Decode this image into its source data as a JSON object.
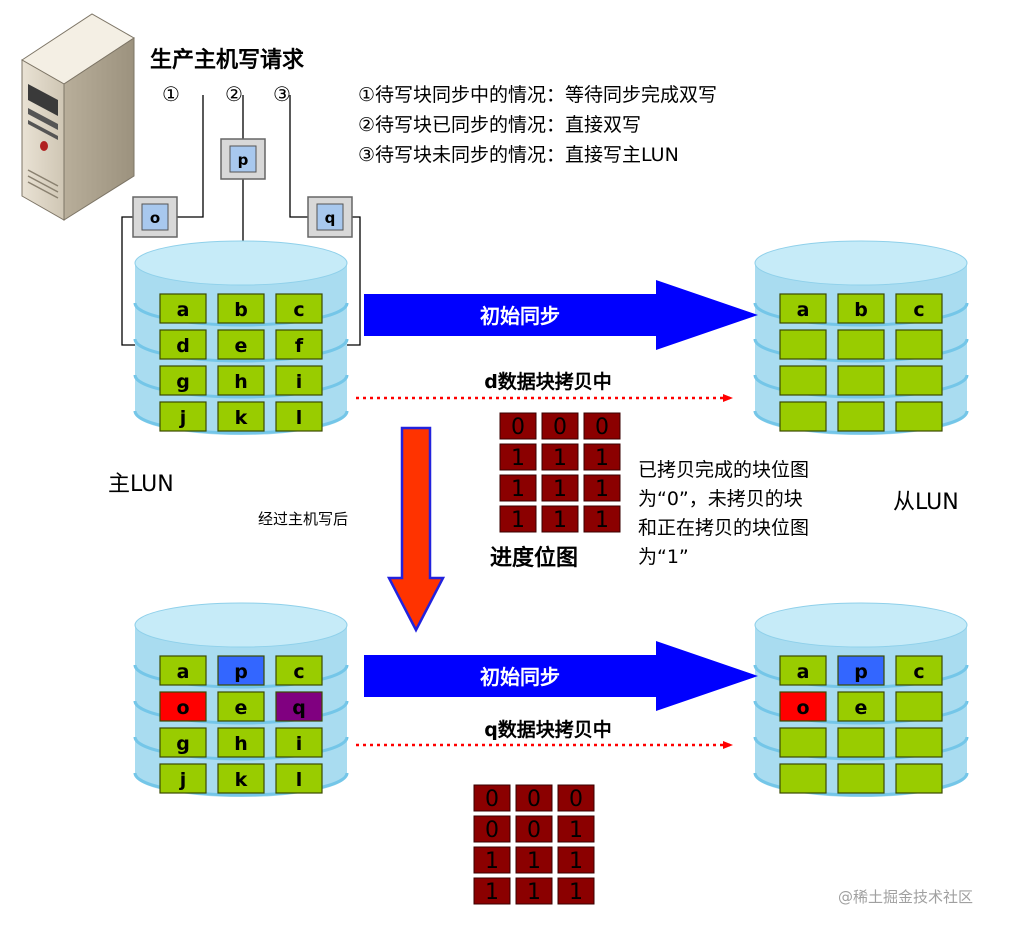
{
  "title": "生产主机写请求",
  "circle_labels": [
    "①",
    "②",
    "③"
  ],
  "notes": [
    "①待写块同步中的情况：等待同步完成双写",
    "②待写块已同步的情况：直接双写",
    "③待写块未同步的情况：直接写主LUN"
  ],
  "write_blocks": [
    "o",
    "p",
    "q"
  ],
  "main_lun_label": "主LUN",
  "slave_lun_label": "从LUN",
  "after_write_label": "经过主机写后",
  "bitmap_label": "进度位图",
  "bitmap_desc": "已拷贝完成的块位图为“0”，未拷贝的块和正在拷贝的块位图为“1”",
  "sync_label": "初始同步",
  "copy_labels": [
    "d数据块拷贝中",
    "q数据块拷贝中"
  ],
  "colors": {
    "cylinder": "#a9dcf0",
    "cylinder_band": "#74c6e8",
    "block_green": "#99cc00",
    "block_blue": "#3366ff",
    "block_red": "#ff0000",
    "block_purple": "#800080",
    "bitmap_cell": "#8b0000",
    "sync_arrow": "#0000ff",
    "write_arrow": "#ff3300",
    "dotted_arrow": "#ff0000"
  },
  "main_lun_top": {
    "cells": [
      "a",
      "b",
      "c",
      "d",
      "e",
      "f",
      "g",
      "h",
      "i",
      "j",
      "k",
      "l"
    ],
    "fills": [
      "green",
      "green",
      "green",
      "green",
      "green",
      "green",
      "green",
      "green",
      "green",
      "green",
      "green",
      "green"
    ]
  },
  "slave_lun_top": {
    "cells": [
      "a",
      "b",
      "c",
      "",
      "",
      "",
      "",
      "",
      "",
      "",
      "",
      ""
    ],
    "fills": [
      "green",
      "green",
      "green",
      "green",
      "green",
      "green",
      "green",
      "green",
      "green",
      "green",
      "green",
      "green"
    ]
  },
  "main_lun_bottom": {
    "cells": [
      "a",
      "p",
      "c",
      "o",
      "e",
      "q",
      "g",
      "h",
      "i",
      "j",
      "k",
      "l"
    ],
    "fills": [
      "green",
      "blue",
      "green",
      "red",
      "green",
      "purple",
      "green",
      "green",
      "green",
      "green",
      "green",
      "green"
    ]
  },
  "slave_lun_bottom": {
    "cells": [
      "a",
      "p",
      "c",
      "o",
      "e",
      "",
      "",
      "",
      "",
      "",
      "",
      ""
    ],
    "fills": [
      "green",
      "blue",
      "green",
      "red",
      "green",
      "green",
      "green",
      "green",
      "green",
      "green",
      "green",
      "green"
    ]
  },
  "bitmap_top": [
    [
      "0",
      "0",
      "0"
    ],
    [
      "1",
      "1",
      "1"
    ],
    [
      "1",
      "1",
      "1"
    ],
    [
      "1",
      "1",
      "1"
    ]
  ],
  "bitmap_bottom": [
    [
      "0",
      "0",
      "0"
    ],
    [
      "0",
      "0",
      "1"
    ],
    [
      "1",
      "1",
      "1"
    ],
    [
      "1",
      "1",
      "1"
    ]
  ],
  "watermark": "@稀土掘金技术社区"
}
